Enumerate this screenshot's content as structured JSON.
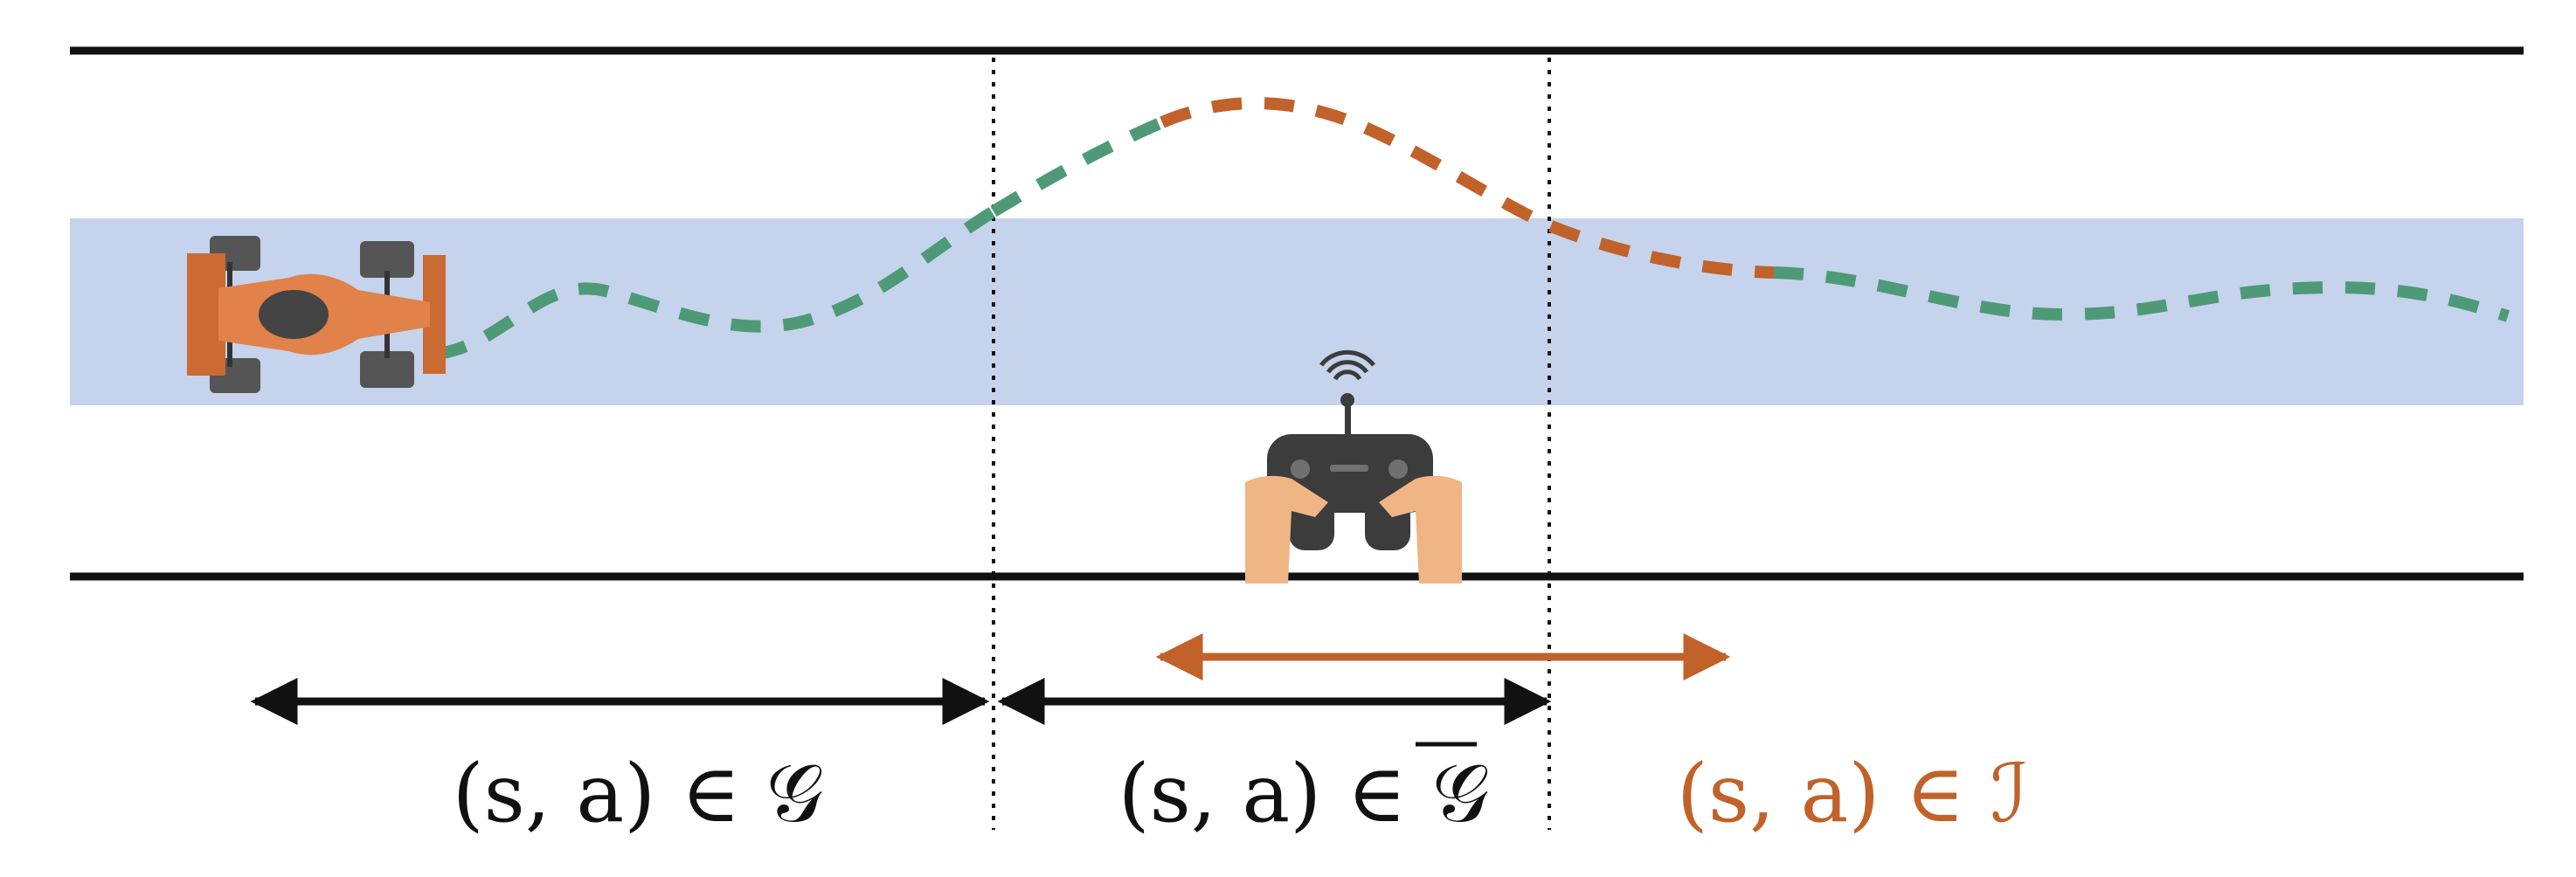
{
  "labels": {
    "region_g": "(s, a) ∈ 𝒢",
    "region_g_bar": "(s, a) ∈ 𝒢",
    "region_i": "(s, a) ∈ ℐ"
  },
  "colors": {
    "lane": "#c5d3ec",
    "track_border": "#111111",
    "path_green": "#4e9a77",
    "path_orange": "#c0622a",
    "car_body": "#e0824a",
    "car_wing": "#cc6a33",
    "tire": "#555555",
    "hand": "#f0b585",
    "controller": "#3c3c3c"
  },
  "icons": {
    "car": "race-car-icon",
    "controller": "remote-controller-icon",
    "wifi": "wifi-signal-icon"
  }
}
